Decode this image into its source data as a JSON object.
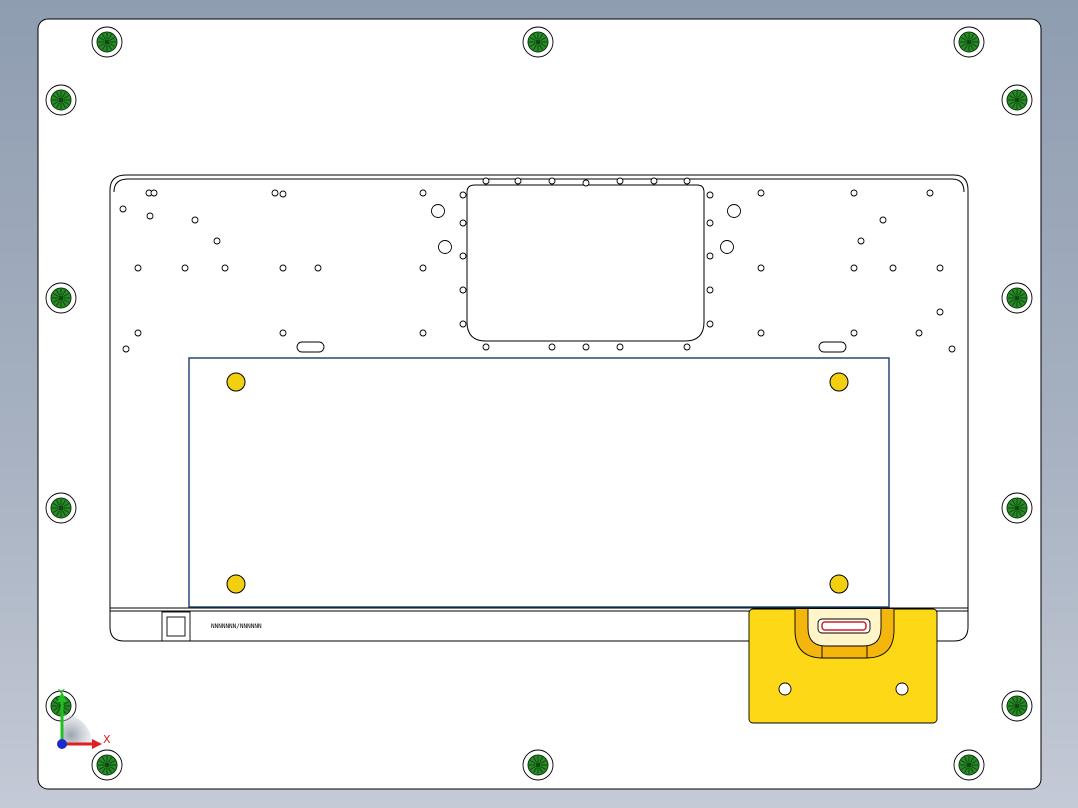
{
  "viewport": {
    "background_top": "#8f9db1",
    "background_bottom": "#c4cad6"
  },
  "drawing": {
    "plate_fill": "#ffffff",
    "line_color": "#000000",
    "inner_frame_color": "#1a3a6b",
    "fastener_color": "#2a8a2a",
    "magnet_color": "#f2d011",
    "latch_color": "#fdd816",
    "latch_slot_color": "#d41f1f",
    "engraved_text": "NNNNNNN/NNNNNN"
  },
  "triad": {
    "x_label": "X",
    "y_label": "Y",
    "x_color": "#e02020",
    "y_color": "#20c020",
    "origin_color": "#1a2ad0"
  }
}
